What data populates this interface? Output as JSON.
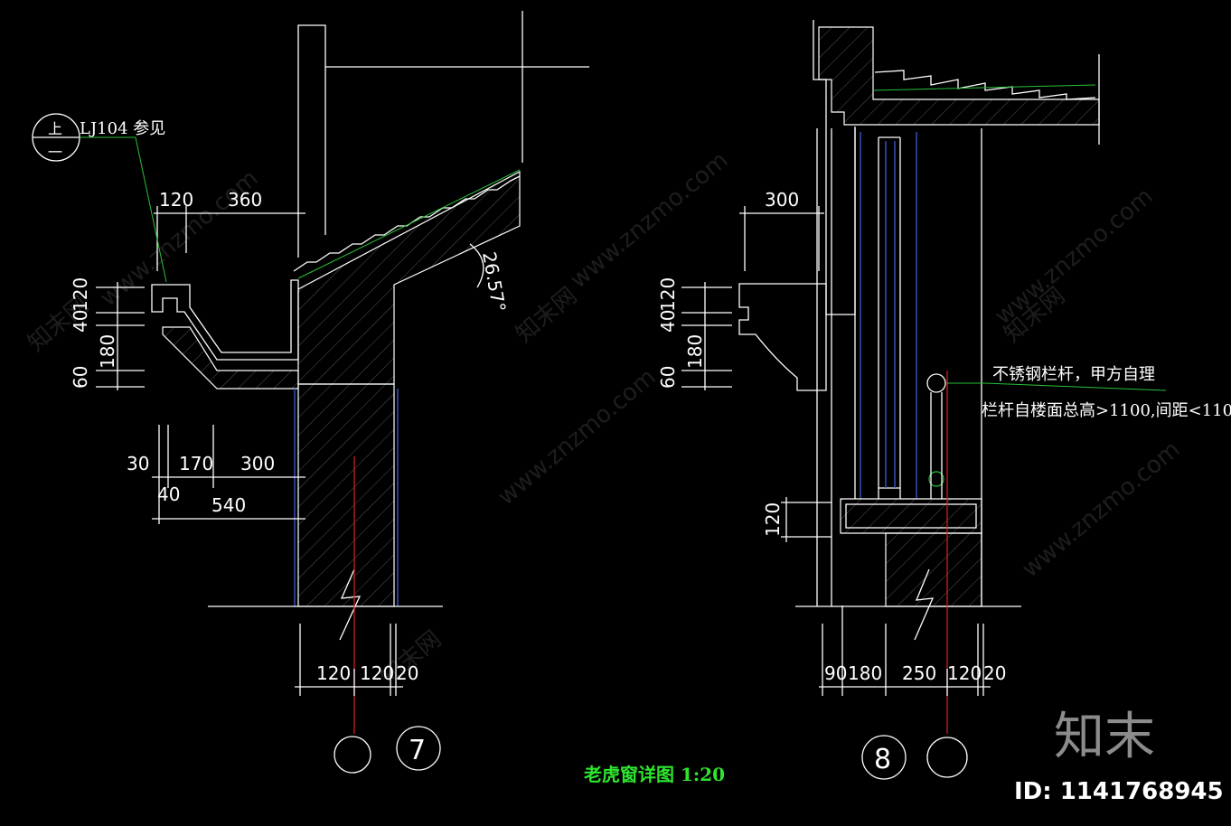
{
  "drawing": {
    "title": "老虎窗详图 1:20",
    "ref_label": "LJ104 参见",
    "ref_symbol_top": "上",
    "ref_symbol_bottom": "一",
    "angle_label": "26.57°",
    "note_line1": "不锈钢栏杆，甲方自理",
    "note_line2": "栏杆自楼面总高>1100,间距<110",
    "detail_7": "7",
    "detail_8": "8"
  },
  "dims_left": {
    "top_h": [
      "120",
      "360"
    ],
    "vert": [
      "120",
      "40",
      "180",
      "60"
    ],
    "mid_h": [
      "30",
      "170",
      "300"
    ],
    "mid_h2": [
      "40"
    ],
    "span": "540",
    "bottom_h": [
      "120",
      "120",
      "20"
    ]
  },
  "dims_right": {
    "top_h": [
      "300"
    ],
    "vert": [
      "120",
      "40",
      "180",
      "60"
    ],
    "sill": "120",
    "bottom_h": [
      "90",
      "180",
      "250",
      "120",
      "20"
    ]
  },
  "watermark": {
    "site": "www.znzmo.com",
    "cn": "知末网",
    "brand": "知末",
    "id": "ID: 1141768945"
  },
  "colors": {
    "line": "#ffffff",
    "title": "#2ee52e",
    "axis": "#e0201e",
    "leader": "#27c23a",
    "glass": "#3a54c8"
  }
}
